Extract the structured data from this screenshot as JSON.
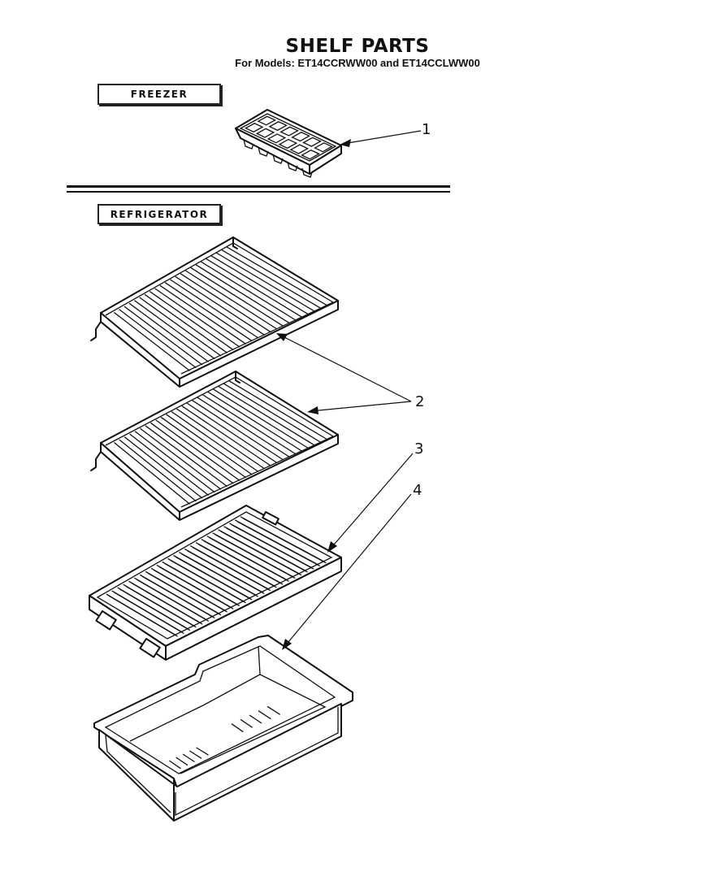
{
  "header": {
    "title": "SHELF PARTS",
    "subtitle": "For Models: ET14CCRWW00 and ET14CCLWW00"
  },
  "sections": {
    "freezer": "FREEZER",
    "refrigerator": "REFRIGERATOR"
  },
  "callouts": {
    "part_1": "1",
    "part_2": "2",
    "part_3": "3",
    "part_4": "4"
  }
}
